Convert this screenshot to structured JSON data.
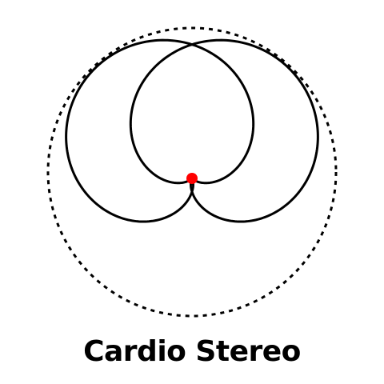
{
  "diagram": {
    "title": "Cardio Stereo",
    "pattern": "cardioid",
    "capsules": 2,
    "reference_circle_style": "dotted",
    "colors": {
      "line": "#000000",
      "mic_point": "#ff0000",
      "background": "#ffffff"
    }
  }
}
